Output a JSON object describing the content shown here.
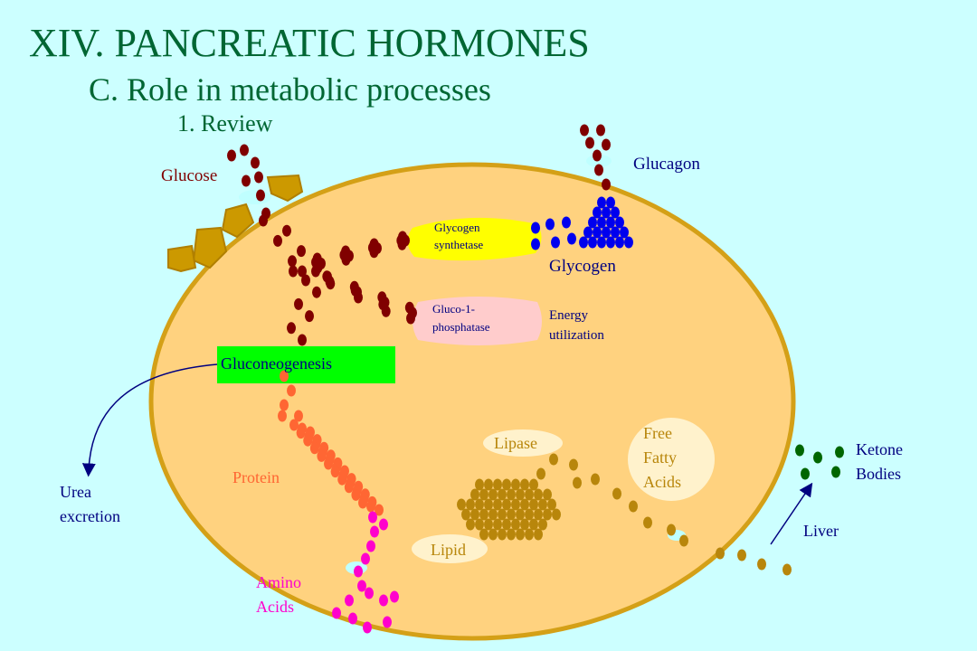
{
  "slide": {
    "title": "XIV.  PANCREATIC HORMONES",
    "subtitle": "C.  Role in metabolic processes",
    "subsubtitle": "1.  Review"
  },
  "labels": {
    "glucose": "Glucose",
    "glucagon": "Glucagon",
    "glycogen": "Glycogen",
    "glycogen_synthetase_1": "Glycogen",
    "glycogen_synthetase_2": "synthetase",
    "gluco_phosphatase_1": "Gluco-1-",
    "gluco_phosphatase_2": "phosphatase",
    "energy_1": "Energy",
    "energy_2": "utilization",
    "gluconeogenesis": "Gluconeogenesis",
    "urea_1": "Urea",
    "urea_2": "excretion",
    "protein": "Protein",
    "amino_1": "Amino",
    "amino_2": "Acids",
    "lipase": "Lipase",
    "lipid": "Lipid",
    "ffa_1": "Free",
    "ffa_2": "Fatty",
    "ffa_3": "Acids",
    "ketone_1": "Ketone",
    "ketone_2": "Bodies",
    "liver": "Liver"
  },
  "colors": {
    "background": "#ccffff",
    "title": "#006633",
    "cell_fill": "#ffd27f",
    "cell_border": "#d4a017",
    "glucose_dot": "#800000",
    "glycogen_dot": "#0000ee",
    "protein_dot": "#ff6633",
    "amino_dot": "#ff00cc",
    "lipid_dot": "#b8860b",
    "ketone_dot": "#006600",
    "enzyme_yellow": "#ffff00",
    "enzyme_pink": "#ffcccc",
    "gluconeogenesis_box": "#00ff00",
    "channel": "#bfffff",
    "receptor": "#cc9900",
    "dark_blue_text": "#000080"
  }
}
